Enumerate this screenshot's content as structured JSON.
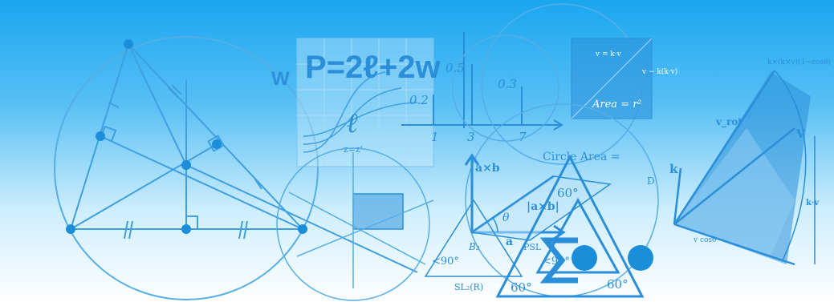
{
  "image": {
    "background_top": "#1ea7ef",
    "background_bottom": "#ffffff",
    "line_color": "#3f9fdf",
    "accent_fill": "#2a8fd8",
    "formula": {
      "w_left": "W",
      "main": "P=2ℓ+2w",
      "ell": "ℓ"
    },
    "labels": {
      "v05": "0.5",
      "v03": "0.3",
      "v02": "0.2",
      "t1": "1",
      "t3": "3",
      "t7": "7",
      "z_eq": "z=z'",
      "area_r2": "Area = r²",
      "circle_area": "Circle Area =",
      "axb": "a×b",
      "b_theta": "θ",
      "abs_axb": "|a×b|",
      "a_vec": "a",
      "psl": "PSL",
      "sigma": "Σ",
      "deg60_a": "60°",
      "deg60_b": "60°",
      "deg60_c": "60°",
      "lt90_a": "<90°",
      "lt90_b": "<90°",
      "sl2r": "SL₂(R)",
      "b2": "B₂",
      "d": "D",
      "vrot": "v_rot",
      "v": "V",
      "kv": "k·v",
      "k": "k",
      "rodrigues": "k×(k×v)(1−cosθ)",
      "vcos": "v cosθ",
      "right_small": "v = k·v",
      "right_small2": "v − k(k·v)"
    }
  }
}
